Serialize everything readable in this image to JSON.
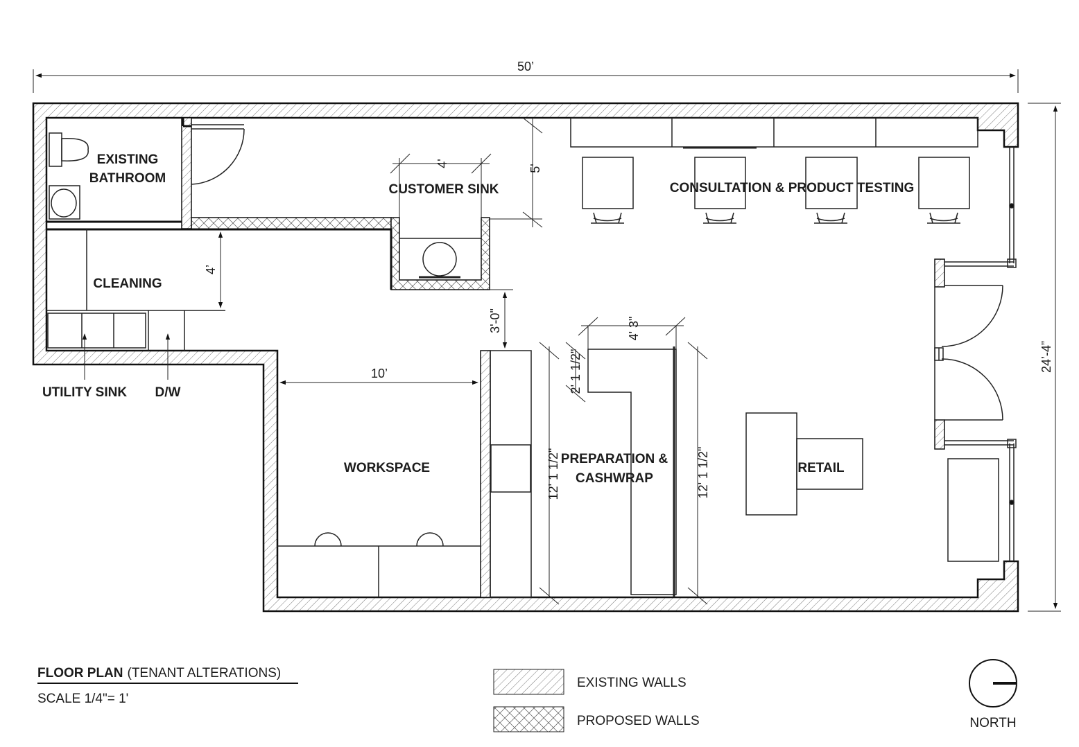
{
  "rooms": {
    "bathroom_line1": "EXISTING",
    "bathroom_line2": "BATHROOM",
    "customer_sink": "CUSTOMER SINK",
    "consultation": "CONSULTATION & PRODUCT TESTING",
    "cleaning": "CLEANING",
    "utility_sink": "UTILITY SINK",
    "dw": "D/W",
    "workspace": "WORKSPACE",
    "preparation_line1": "PREPARATION &",
    "preparation_line2": "CASHWRAP",
    "retail": "RETAIL"
  },
  "dimensions": {
    "overall_width": "50’",
    "overall_depth": "24’-4”",
    "sink_width": "4'",
    "sink_depth": "5'",
    "cleaning_depth": "4’",
    "aisle": "3'-0\"",
    "workspace_width": "10’",
    "counter_width": "4' 3\"",
    "counter_return": "2' 1 1/2\"",
    "prep_left_length": "12' 1 1/2\"",
    "prep_right_length": "12' 1 1/2\""
  },
  "title_block": {
    "title": "FLOOR PLAN",
    "subtitle": "(TENANT ALTERATIONS)",
    "scale": "SCALE 1/4\"= 1'"
  },
  "legend": {
    "existing": "EXISTING WALLS",
    "proposed": "PROPOSED WALLS"
  },
  "north": "NORTH"
}
